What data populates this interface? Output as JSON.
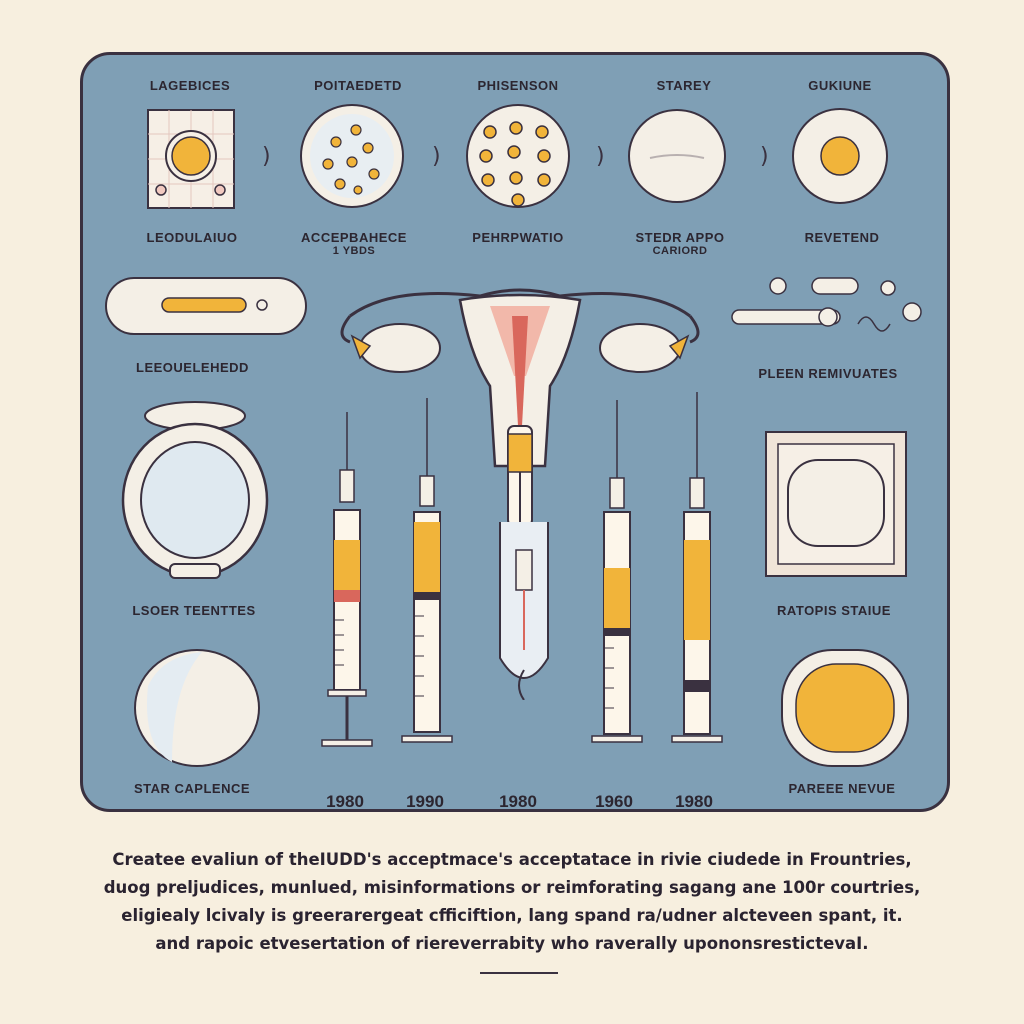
{
  "top_titles": [
    "LAGEBICES",
    "POITAEDETD",
    "PHISENSON",
    "STAREY",
    "GUKIUNE"
  ],
  "top_labels": [
    {
      "line1": "LEODULAIUO",
      "line2": ""
    },
    {
      "line1": "ACCEPBAHECE",
      "line2": "1 YBDS"
    },
    {
      "line1": "PEHRPWATIO",
      "line2": ""
    },
    {
      "line1": "STEDR APPO",
      "line2": "CARIORD"
    },
    {
      "line1": "REVETEND",
      "line2": ""
    }
  ],
  "side_labels": {
    "implant": "LEEOUELEHEDD",
    "pills": "PLEEN REMIVUATES",
    "ring": "LSOER TEENTTES",
    "patch": "RATOPIS STAIUE",
    "pill_left": "STAR CAPLENCE",
    "pill_right": "PAREEE NEVUE"
  },
  "years": [
    "1980",
    "1990",
    "1980",
    "1960",
    "1980"
  ],
  "caption": [
    "Createe evaliun of theIUDD's acceptmace's acceptatace in rivie ciudede in Frountries,",
    "duog preljudices, munlued, misinformations or reimforating sagang ane 100r courtries,",
    "eligiealy lcivaly is greerarergeat cfficiftion, lang spand ra/udner alcteveen spant, it.",
    "and rapoic etvesertation of riereverrabity who raverally upononsrestictevaI."
  ],
  "colors": {
    "panel": "#7f9fb5",
    "background": "#f7efdf",
    "accent_yellow": "#f1b43a",
    "accent_red": "#d9675c"
  }
}
